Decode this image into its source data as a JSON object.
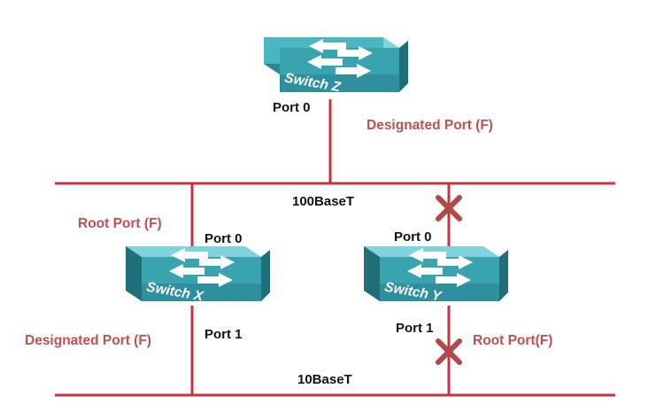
{
  "colors": {
    "line": "#c8313e",
    "role_text": "#c0504d",
    "blocked_mark": "#b04a4a",
    "switch_top": "#5cc0cc",
    "switch_front": "#2f8f9c",
    "switch_side": "#1e6f7a",
    "arrow": "#ffffff"
  },
  "networks": {
    "top": "100BaseT",
    "bottom": "10BaseT"
  },
  "switches": {
    "z": {
      "name": "Switch Z",
      "icon": "switch-icon"
    },
    "x": {
      "name": "Switch X",
      "icon": "switch-icon"
    },
    "y": {
      "name": "Switch Y",
      "icon": "switch-icon"
    }
  },
  "ports": {
    "z_port0": "Port 0",
    "x_port0": "Port 0",
    "x_port1": "Port 1",
    "y_port0": "Port 0",
    "y_port1": "Port 1"
  },
  "roles": {
    "z_port0": "Designated Port (F)",
    "x_port0": "Root Port (F)",
    "x_port1": "Designated Port (F)",
    "y_port1": "Root Port(F)"
  },
  "blocked_marks": [
    {
      "port": "Switch Y Port 0",
      "icon": "blocked-x-icon"
    },
    {
      "port": "Switch Y Port 1",
      "icon": "blocked-x-icon"
    }
  ]
}
